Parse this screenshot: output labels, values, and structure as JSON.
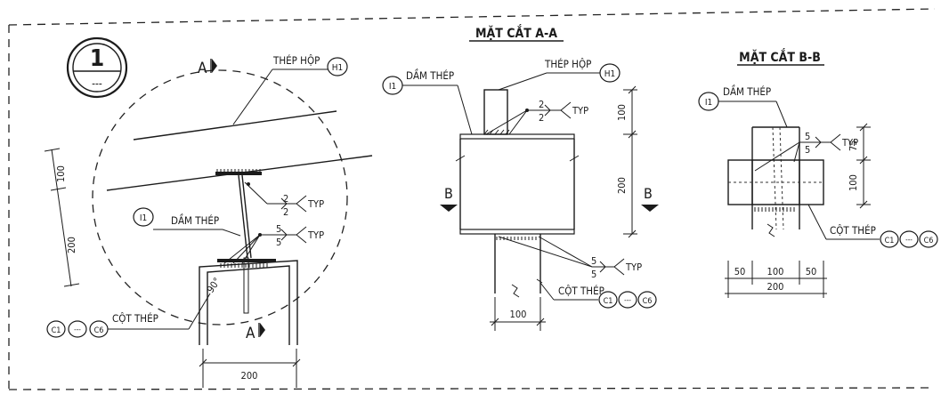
{
  "detail": {
    "number": "1",
    "sheet": "---"
  },
  "plan": {
    "beam_label": "THÉP HỘP",
    "beam_tag": "H1",
    "girder_label": "DẦM THÉP",
    "girder_tag": "I1",
    "column_label": "CỘT THÉP",
    "column_tag_start": "C1",
    "column_tag_range": "---",
    "column_tag_end": "C6",
    "section_mark_top": "A",
    "section_mark_bottom": "A",
    "weld_1_top": "2",
    "weld_1_bottom": "2",
    "weld_2_top": "5",
    "weld_2_bottom": "5",
    "weld_typ": "TYP",
    "angle": "90°",
    "dim_100": "100",
    "dim_200": "200",
    "dim_bottom": "200"
  },
  "section_aa": {
    "title": "MẶT CẮT A-A",
    "girder_label": "DẦM THÉP",
    "girder_tag": "I1",
    "beam_label": "THÉP HỘP",
    "beam_tag": "H1",
    "column_label": "CỘT THÉP",
    "column_tag_start": "C1",
    "column_tag_range": "---",
    "column_tag_end": "C6",
    "cut_left": "B",
    "cut_right": "B",
    "weld_1_top": "2",
    "weld_1_bottom": "2",
    "weld_2_top": "5",
    "weld_2_bottom": "5",
    "weld_typ": "TYP",
    "dim_100": "100",
    "dim_200": "200",
    "dim_bottom": "100"
  },
  "section_bb": {
    "title": "MẶT CẮT B-B",
    "girder_label": "DẦM THÉP",
    "girder_tag": "I1",
    "column_label": "CỘT THÉP",
    "column_tag_start": "C1",
    "column_tag_range": "---",
    "column_tag_end": "C6",
    "weld_top": "5",
    "weld_bottom": "5",
    "weld_typ": "TYP",
    "dim_75": "75",
    "dim_100": "100",
    "dim_b1": "50",
    "dim_b2": "100",
    "dim_b3": "50",
    "dim_total": "200"
  }
}
